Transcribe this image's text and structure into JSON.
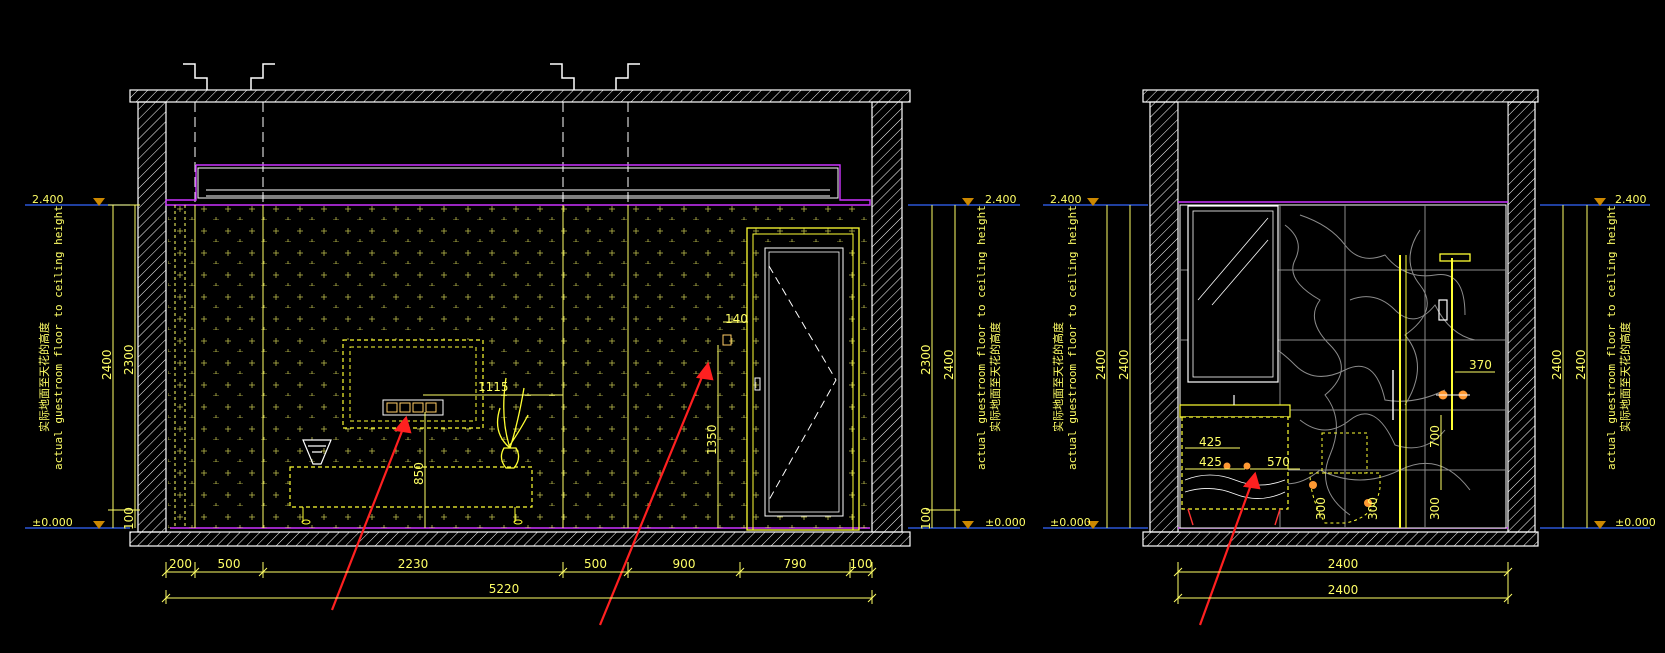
{
  "colors": {
    "background": "#000000",
    "wall_line": "#ffffff",
    "dimension": "#ffff66",
    "level_marker": "#cc8800",
    "ceiling_outline": "#cc33ff",
    "annotation_arrow": "#ff2020",
    "fixture": "#ffff33",
    "tile_vein": "#9a9a9a"
  },
  "left_elevation": {
    "levels": {
      "top": "2.400",
      "bottom": "±0.000"
    },
    "height_note_cn": "实际地面至天花的高度",
    "height_note_en": "actual guestroom floor to ceiling height",
    "left_dims": {
      "outer": "2400",
      "inner": "2300",
      "base": "100"
    },
    "right_dims": {
      "outer": "2400",
      "inner": "2300",
      "base": "100"
    },
    "interior_dims": {
      "d1115": "1115",
      "d850": "850",
      "d1350": "1350",
      "d140": "140"
    },
    "bottom_dims": [
      "200",
      "500",
      "2230",
      "500",
      "900",
      "790",
      "100"
    ],
    "total_width": "5220"
  },
  "right_elevation": {
    "levels": {
      "top": "2.400",
      "bottom": "±0.000"
    },
    "height_note_cn": "实际地面至天花的高度",
    "height_note_en": "actual guestroom floor to ceiling height",
    "left_dims": {
      "outer": "2400",
      "inner": "2400"
    },
    "right_dims": {
      "outer": "2400",
      "inner": "2400"
    },
    "interior_dims": {
      "d425a": "425",
      "d425b": "425",
      "d570": "570",
      "d370": "370",
      "d700": "700",
      "d300a": "300",
      "d300b": "300",
      "d300c": "300"
    },
    "bottom_dims": [
      "2400",
      "2400"
    ]
  }
}
